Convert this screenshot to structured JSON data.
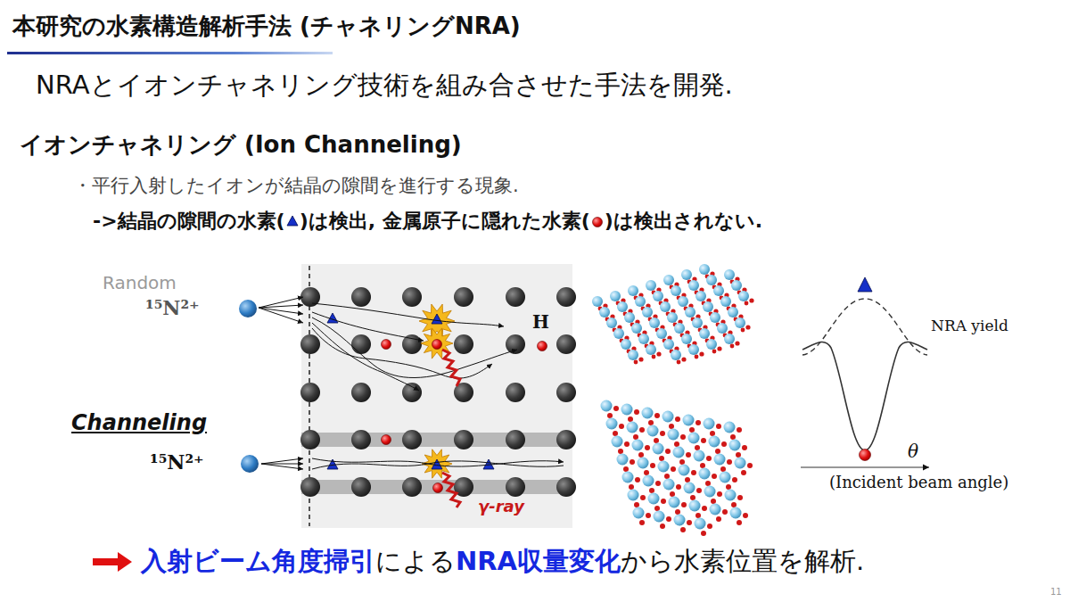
{
  "diagram": {
    "title": "本研究の水素構造解析手法 (チャネリングNRA)",
    "labels": [
      "NRAとイオンチャネリング技術を組み合させた手法を開発.",
      "イオンチャネリング (Ion Channeling)",
      "・平行入射したイオンが結晶の隙間を進行する現象.",
      "->結晶の隙間の水素(",
      ")は検出, 金属原子に隠れた水素(",
      ")は検出されない.",
      "Random",
      "¹⁵N²⁺",
      "H",
      "Channeling",
      "¹⁵N²⁺",
      "γ-ray",
      "NRA yield",
      "θ",
      "(Incident beam angle)",
      "入射ビーム角度掃引",
      "による",
      "NRA収量変化",
      "から水素位置を解析.",
      "11"
    ]
  }
}
